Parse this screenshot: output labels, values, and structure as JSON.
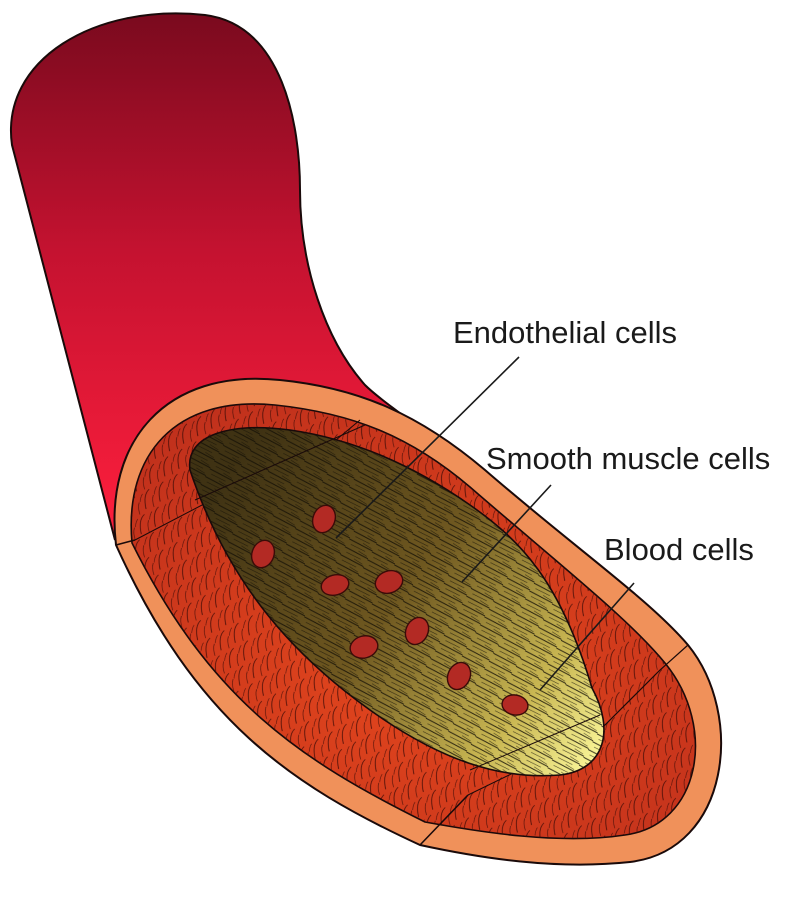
{
  "labels": {
    "endothelial": "Endothelial cells",
    "smooth_muscle": "Smooth muscle cells",
    "blood": "Blood cells"
  },
  "colors": {
    "vessel_dark": "#7a0a1e",
    "vessel_mid": "#c41230",
    "vessel_light": "#ff1f3d",
    "outer_wall": "#f0915a",
    "muscle_layer": "#c0301c",
    "lumen_dark": "#3f3213",
    "lumen_light": "#fbf79a",
    "blood_cell": "#b32a24",
    "leader_line": "#1a1a1a"
  },
  "icons": [
    "blood-cell-icon"
  ]
}
